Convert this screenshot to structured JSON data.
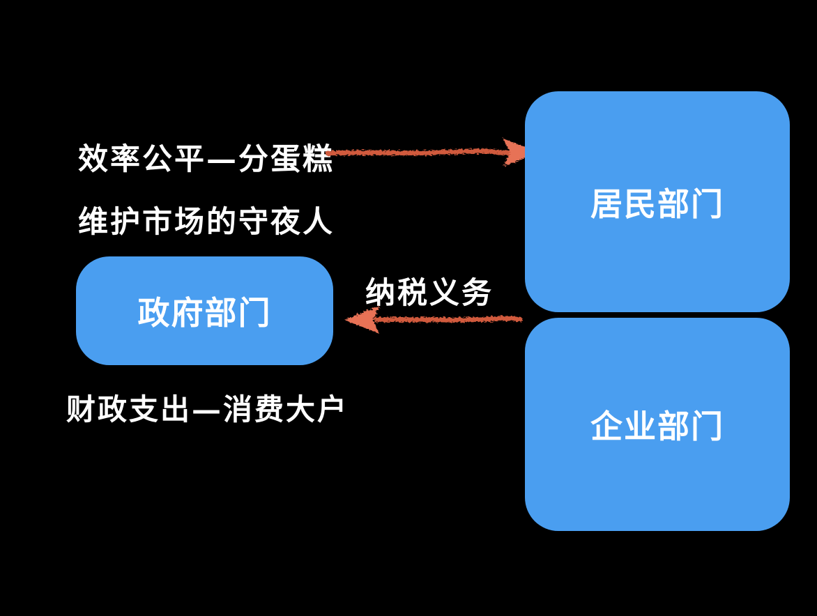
{
  "diagram": {
    "title_context": "government-economy-sectors-diagram",
    "colors": {
      "background": "#000000",
      "node_blue": "#4a9ef0",
      "node_text": "#ffffff",
      "annotation_text": "#ffffff",
      "arrow_shaft": "#d05a3e",
      "arrow_head": "#e77257"
    },
    "nodes": {
      "government": {
        "label": "政府部门"
      },
      "residents": {
        "label": "居民部门"
      },
      "enterprises": {
        "label": "企业部门"
      }
    },
    "annotations": {
      "efficiency": "效率公平—分蛋糕",
      "watchman": "维护市场的守夜人",
      "tax": "纳税义务",
      "fiscal": "财政支出—消费大户"
    },
    "arrows": [
      {
        "id": "top",
        "direction": "right",
        "from": "annotation-efficiency",
        "to": "residents-box"
      },
      {
        "id": "middle",
        "direction": "left",
        "from": "residents-enterprises-junction",
        "to": "government-box"
      }
    ]
  }
}
